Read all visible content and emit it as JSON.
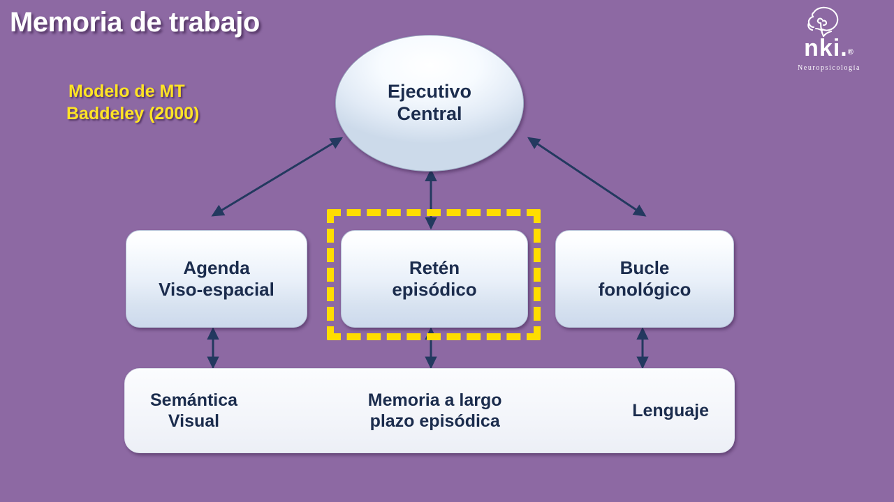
{
  "slide": {
    "title": "Memoria de trabajo",
    "subtitle_line1": "Modelo de MT",
    "subtitle_line2": "Baddeley (2000)",
    "background_color": "#8d69a3",
    "title_color": "#ffffff",
    "subtitle_color": "#ffe425"
  },
  "logo": {
    "wordmark": "nki",
    "wordmark_dot": ".",
    "registered": "®",
    "tagline": "Neuropsicología",
    "mark_name": "tree-brain-icon",
    "color": "#ffffff"
  },
  "diagram": {
    "central": {
      "line1": "Ejecutivo",
      "line2": "Central"
    },
    "components": [
      {
        "line1": "Agenda",
        "line2": "Viso-espacial"
      },
      {
        "line1": "Retén",
        "line2": "episódico"
      },
      {
        "line1": "Bucle",
        "line2": "fonológico"
      }
    ],
    "base": [
      {
        "line1": "Semántica",
        "line2": "Visual"
      },
      {
        "line1": "Memoria a largo",
        "line2": "plazo episódica"
      },
      {
        "line1": "Lenguaje",
        "line2": ""
      }
    ],
    "highlight": {
      "target": "Retén episódico",
      "color": "#ffdd00",
      "style": "dashed"
    },
    "node_text_color": "#1b2c4d",
    "connector_color": "#23395f",
    "connectors": [
      {
        "from": "Agenda Viso-espacial",
        "to": "Ejecutivo Central",
        "type": "double-arrow"
      },
      {
        "from": "Retén episódico",
        "to": "Ejecutivo Central",
        "type": "double-arrow"
      },
      {
        "from": "Bucle fonológico",
        "to": "Ejecutivo Central",
        "type": "double-arrow"
      },
      {
        "from": "Agenda Viso-espacial",
        "to": "Semántica Visual",
        "type": "double-arrow"
      },
      {
        "from": "Retén episódico",
        "to": "Memoria a largo plazo episódica",
        "type": "double-arrow"
      },
      {
        "from": "Bucle fonológico",
        "to": "Lenguaje",
        "type": "double-arrow"
      },
      {
        "from": "Semántica Visual",
        "to": "Memoria a largo plazo episódica",
        "type": "double-arrow"
      },
      {
        "from": "Memoria a largo plazo episódica",
        "to": "Lenguaje",
        "type": "double-arrow"
      }
    ]
  }
}
